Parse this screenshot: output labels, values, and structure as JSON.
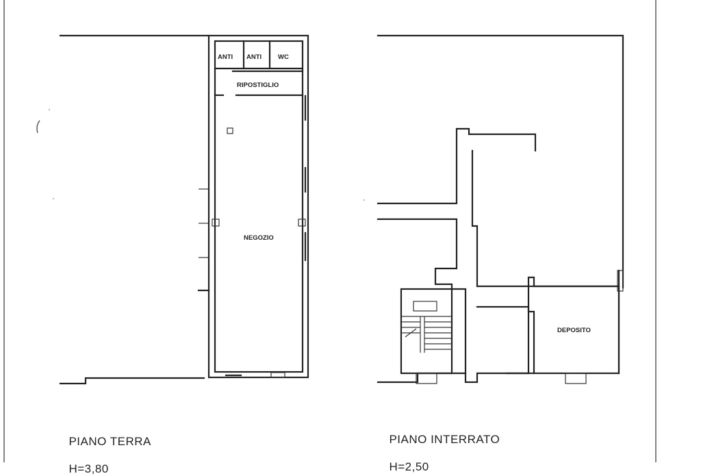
{
  "ground_floor": {
    "rooms": {
      "anti_1": "ANTI",
      "anti_2": "ANTI",
      "wc": "WC",
      "ripostiglio": "RIPOSTIGLIO",
      "negozio": "NEGOZIO"
    },
    "caption_name": "PIANO TERRA",
    "caption_height": "H=3,80"
  },
  "basement": {
    "rooms": {
      "deposito": "DEPOSITO"
    },
    "caption_name": "PIANO INTERRATO",
    "caption_height": "H=2,50"
  }
}
